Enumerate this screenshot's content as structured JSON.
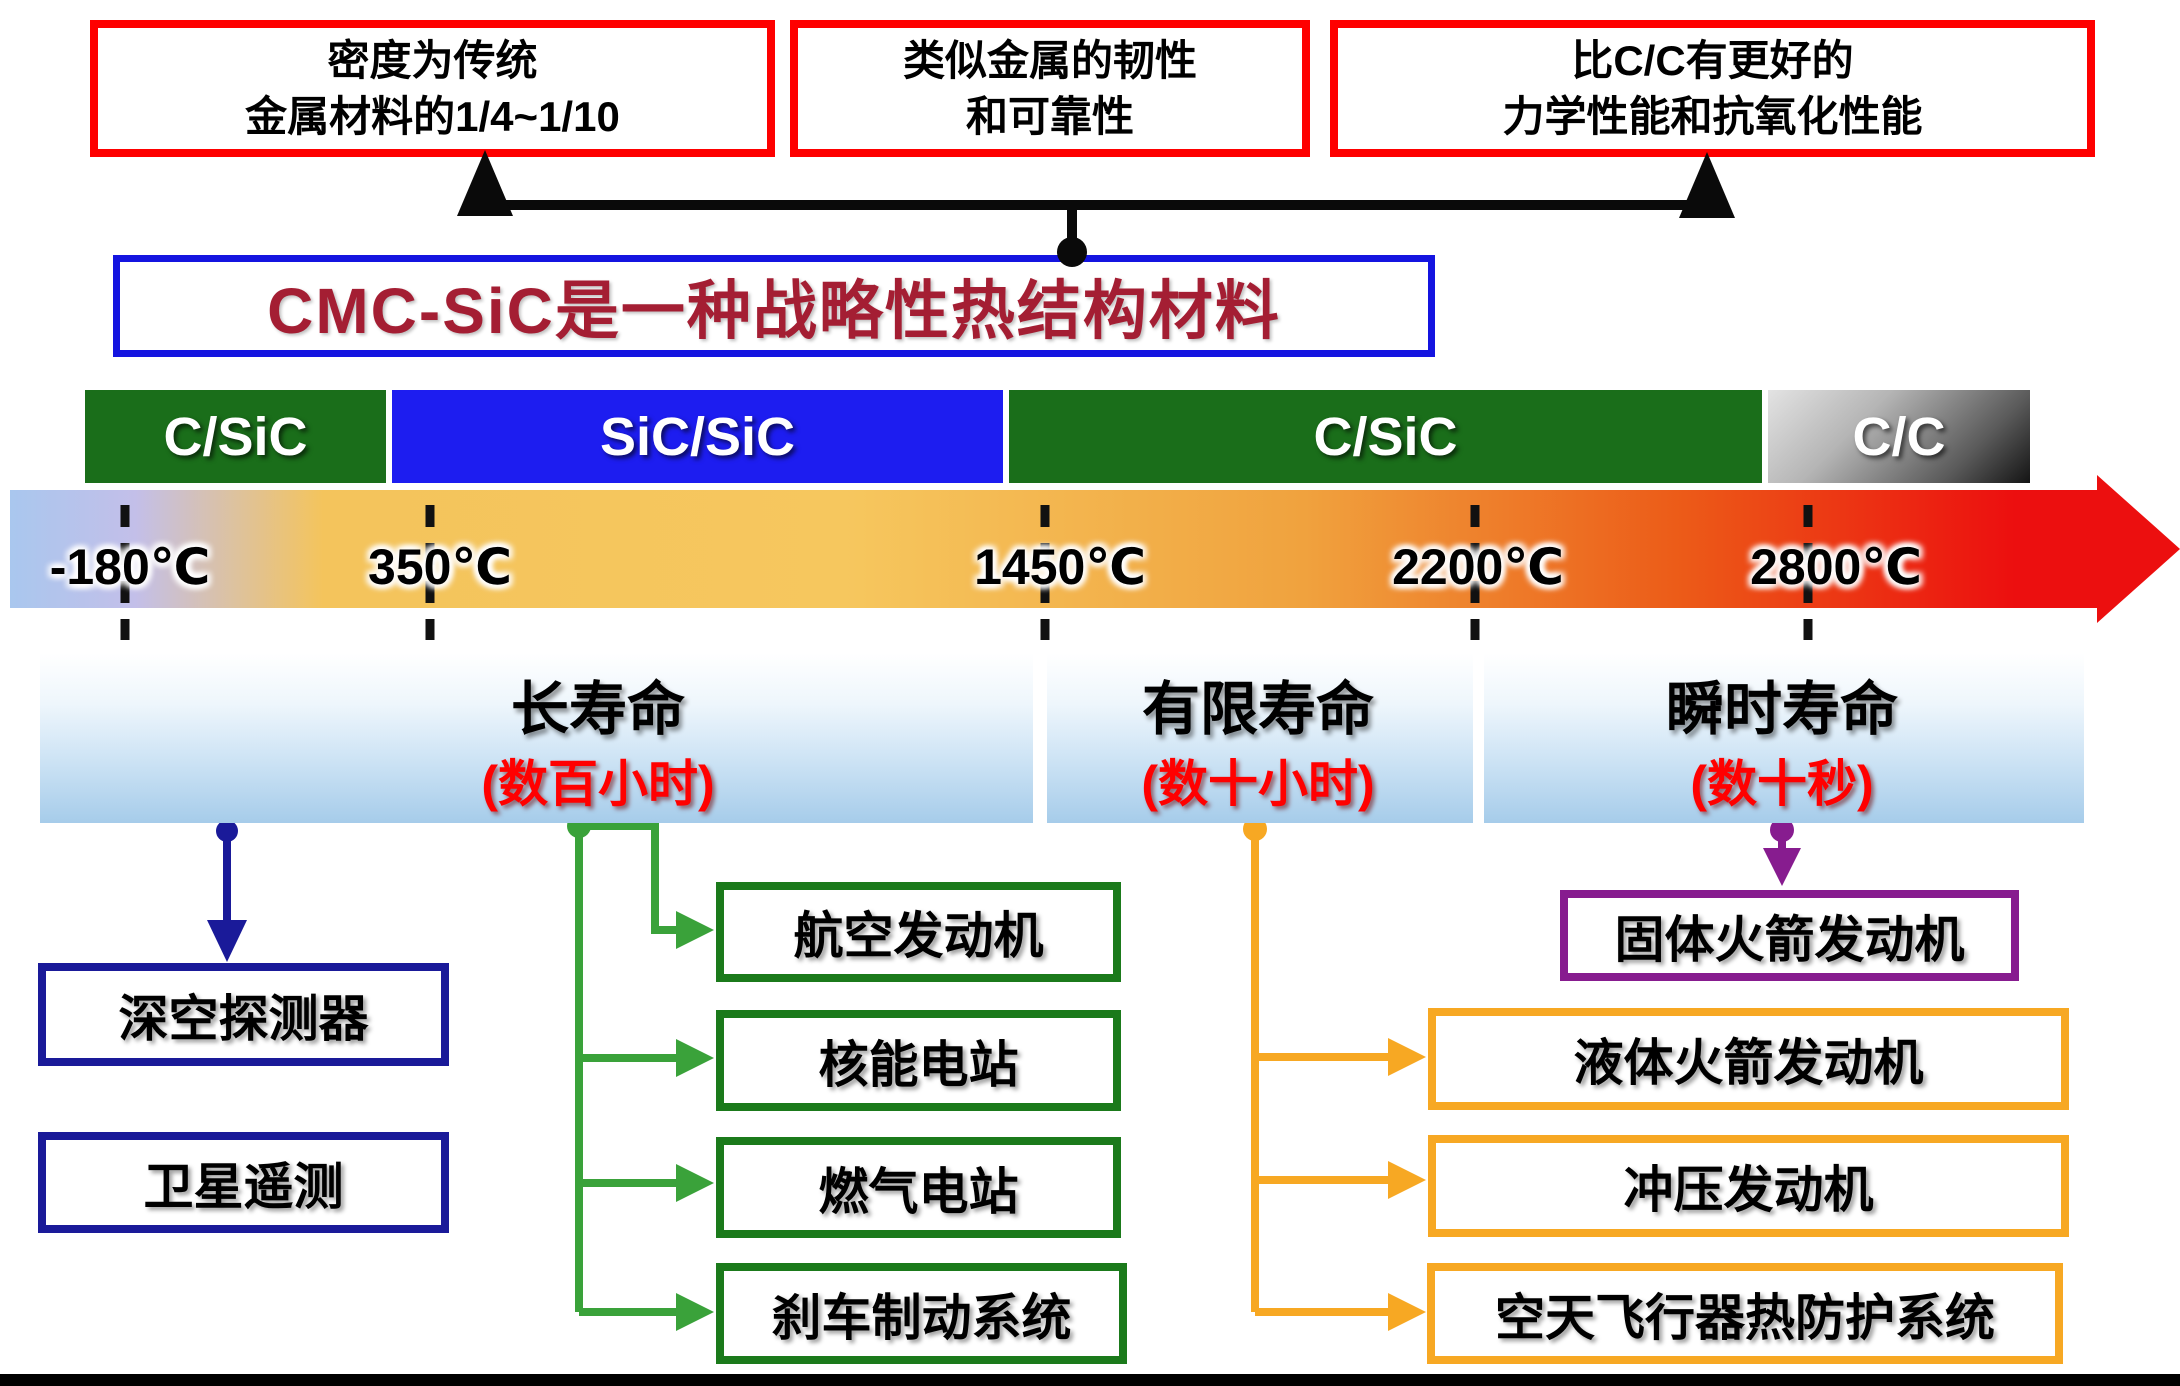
{
  "features": [
    {
      "line1": "密度为传统",
      "line2": "金属材料的1/4~1/10"
    },
    {
      "line1": "类似金属的韧性",
      "line2": "和可靠性"
    },
    {
      "line1": "比C/C有更好的",
      "line2": "力学性能和抗氧化性能"
    }
  ],
  "title": {
    "text": "CMC-SiC是一种战略性热结构材料"
  },
  "materials": {
    "segments": [
      {
        "label": "C/SiC",
        "color": "#1a6e1a"
      },
      {
        "label": "SiC/SiC",
        "color": "#1d1df0"
      },
      {
        "label": "C/SiC",
        "color": "#1a6e1a"
      },
      {
        "label": "C/C",
        "color": "gray-gradient"
      }
    ]
  },
  "temperature": {
    "ticks": [
      {
        "label": "-180℃"
      },
      {
        "label": "350℃"
      },
      {
        "label": "1450℃"
      },
      {
        "label": "2200℃"
      },
      {
        "label": "2800℃"
      }
    ]
  },
  "lifespans": [
    {
      "label": "长寿命",
      "duration": "(数百小时)"
    },
    {
      "label": "有限寿命",
      "duration": "(数十小时)"
    },
    {
      "label": "瞬时寿命",
      "duration": "(数十秒)"
    }
  ],
  "applications": {
    "deep_space": "深空探测器",
    "satellite_telemetry": "卫星遥测",
    "aero_engine": "航空发动机",
    "nuclear_plant": "核能电站",
    "gas_plant": "燃气电站",
    "brake_system": "刹车制动系统",
    "solid_rocket": "固体火箭发动机",
    "liquid_rocket": "液体火箭发动机",
    "ramjet": "冲压发动机",
    "aerospace_tps": "空天飞行器热防护系统"
  },
  "colors": {
    "feature_border_red": "#fe0000",
    "title_border_blue": "#1414e0",
    "title_text_red": "#a41e33",
    "band_green": "#1a6e1a",
    "band_blue": "#1d1df0",
    "gradient_red": "#ec0f0f",
    "gradient_gold": "#f6c75e",
    "gradient_cold_blue": "#a9c7ee",
    "navy": "#1a1a99",
    "green_connector": "#3aa23a",
    "green_border": "#1b7a1b",
    "orange": "#f7a823",
    "purple": "#871c8f",
    "duration_red": "#ff0000"
  }
}
